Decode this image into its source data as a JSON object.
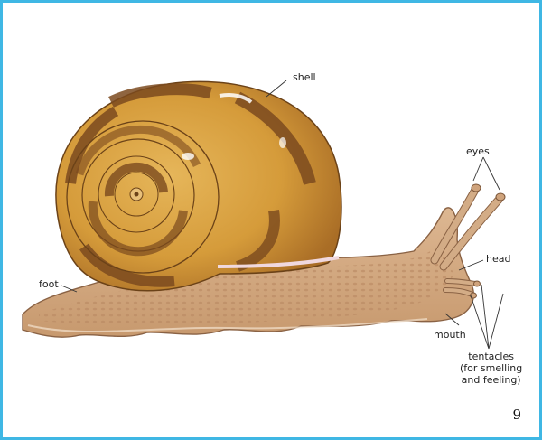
{
  "labels": {
    "shell": "shell",
    "eyes": "eyes",
    "head": "head",
    "foot": "foot",
    "mouth": "mouth",
    "tentacles": [
      "tentacles",
      "(for smelling",
      "and feeling)"
    ]
  },
  "page_number": "9",
  "colors": {
    "frame": "#3fb7e4",
    "body": "#d4ab83",
    "shell_light": "#d9a03e",
    "shell_dark": "#7b4a1e"
  }
}
